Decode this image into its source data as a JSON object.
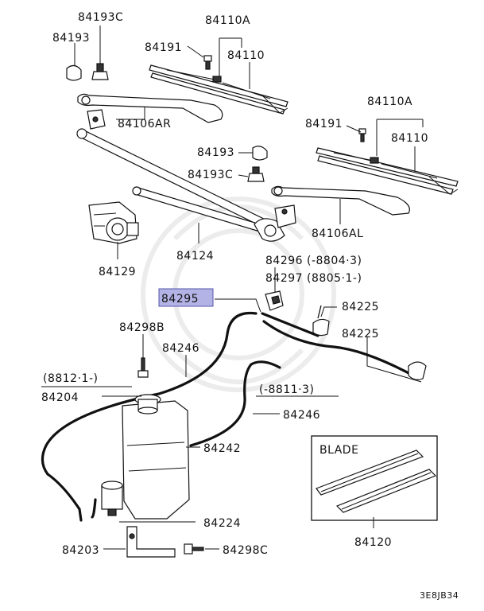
{
  "diagram_id": "3E8JB34",
  "highlight_color": "#b3b3e6",
  "labels": {
    "p84193c_top": "84193C",
    "p84193_top": "84193",
    "p84110a_top": "84110A",
    "p84191_top": "84191",
    "p84110_top": "84110",
    "p84106ar": "84106AR",
    "p84110a_right": "84110A",
    "p84191_right": "84191",
    "p84110_right": "84110",
    "p84193_mid": "84193",
    "p84193c_mid": "84193C",
    "p84106al": "84106AL",
    "p84129": "84129",
    "p84124": "84124",
    "p84296": "84296 (-8804·3)",
    "p84297": "84297 (8805·1-)",
    "p84295": "84295",
    "p84225_top": "84225",
    "p84225_right": "84225",
    "p84298b": "84298B",
    "p84246_top": "84246",
    "p8812": "(8812·1-)",
    "p84204": "84204",
    "p8811": "(-8811·3)",
    "p84246_mid": "84246",
    "p84242": "84242",
    "p84224": "84224",
    "p84203": "84203",
    "p84298c": "84298C",
    "blade_title": "BLADE",
    "p84120": "84120"
  }
}
